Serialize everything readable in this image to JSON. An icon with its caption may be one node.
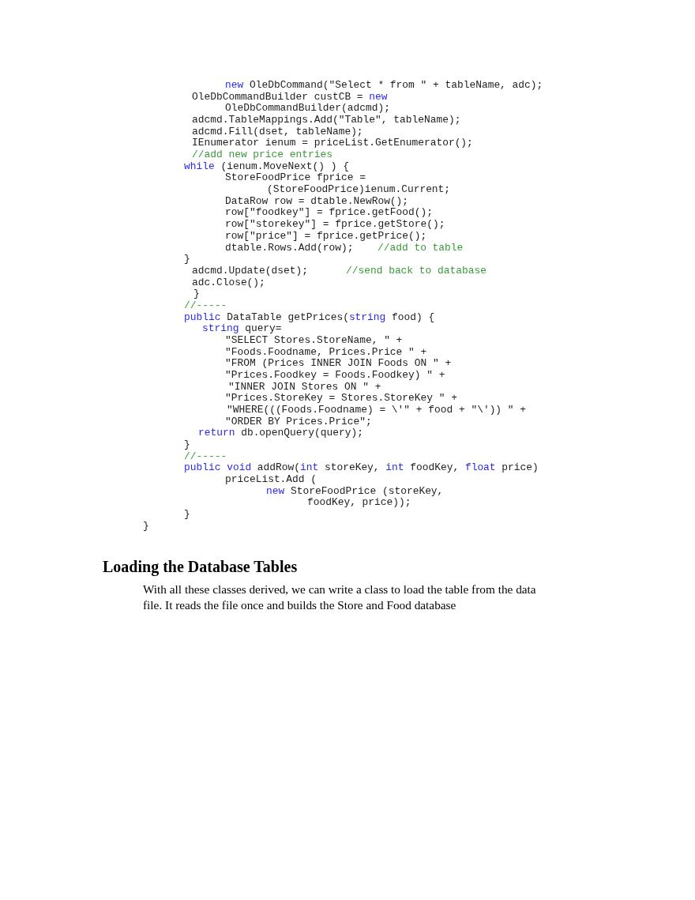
{
  "diagram": {
    "title": "Loading the Database Tables",
    "labels": [
      "new OleDbCommand(\"Select * from \" + tableName, adc);",
      "OleDbCommandBuilder custCB = new",
      "OleDbCommandBuilder(adcmd);",
      "adcmd.TableMappings.Add(\"Table\", tableName);",
      "adcmd.Fill(dset, tableName);",
      "IEnumerator ienum = priceList.GetEnumerator();",
      "//add new price entries",
      "while (ienum.MoveNext() ) {",
      "StoreFoodPrice fprice =",
      "(StoreFoodPrice)ienum.Current;",
      "DataRow row = dtable.NewRow();",
      "row[\"foodkey\"] = fprice.getFood();",
      "row[\"storekey\"] = fprice.getStore();",
      "row[\"price\"] = fprice.getPrice();",
      "dtable.Rows.Add(row);",
      "//add to table",
      "}",
      "adcmd.Update(dset);",
      "//send back to database",
      "adc.Close();",
      "}",
      "//-----",
      "public DataTable getPrices(string food) {",
      "string query=",
      "\"SELECT Stores.StoreName, \" +",
      "\"Foods.Foodname, Prices.Price \" +",
      "\"FROM (Prices INNER JOIN Foods ON \" +",
      "\"Prices.Foodkey = Foods.Foodkey) \" +",
      "\"INNER JOIN Stores ON \" +",
      "\"Prices.StoreKey = Stores.StoreKey \" +",
      "\"WHERE(((Foods.Foodname) = \\'\" + food + \"\\')) \" +",
      "\"ORDER BY Prices.Price\";",
      "return db.openQuery(query);",
      "}",
      "//-----",
      "public void addRow(int storeKey, int foodKey, float price)",
      "priceList.Add (",
      "new StoreFoodPrice (storeKey,",
      "foodKey, price));",
      "}",
      "}",
      "With all these classes derived, we can write a class to load the table from the data file. It reads the file once and builds the Store and Food database"
    ]
  }
}
